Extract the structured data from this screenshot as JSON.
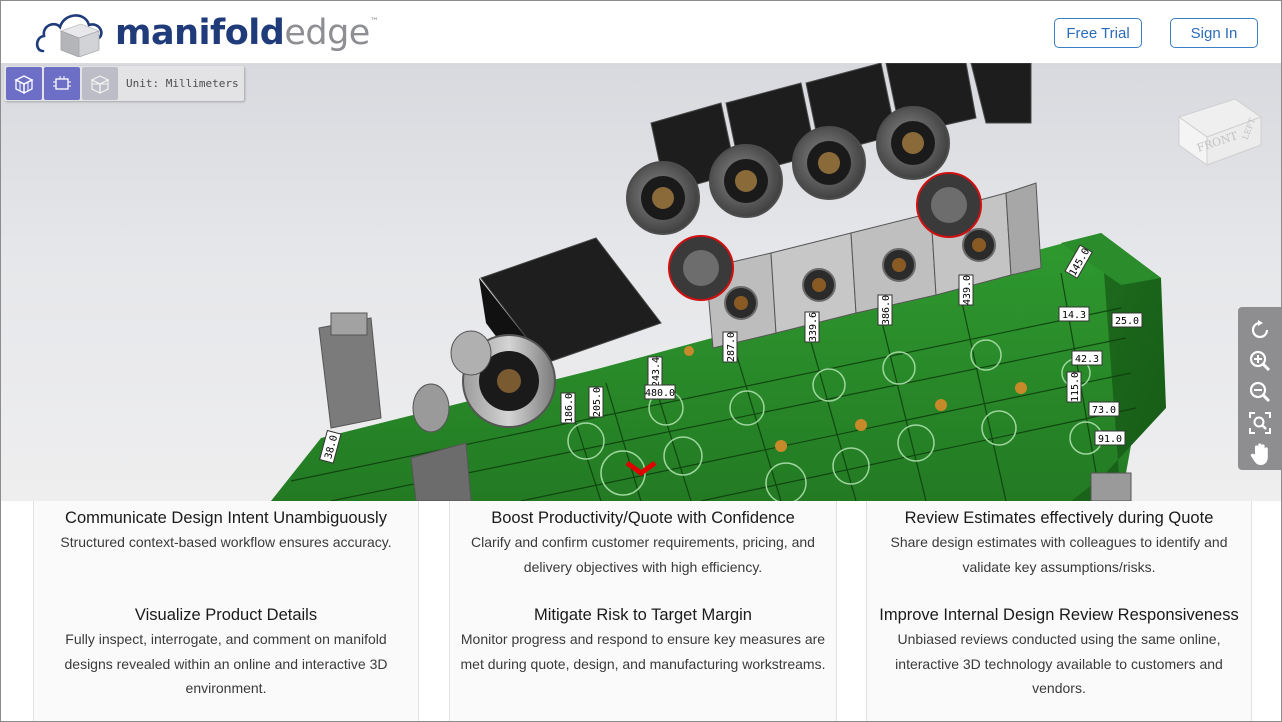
{
  "header": {
    "logo": {
      "part1": "manifold",
      "part2": "edge",
      "tm": "™"
    },
    "free_trial": "Free Trial",
    "sign_in": "Sign In"
  },
  "viewer": {
    "toolbar": {
      "buttons": [
        {
          "icon": "shaded-cube-icon",
          "active": true
        },
        {
          "icon": "outline-view-icon",
          "active": true
        },
        {
          "icon": "wireframe-cube-icon",
          "active": false
        }
      ],
      "unit_label": "Unit: Millimeters"
    },
    "viewcube": {
      "front": "FRONT",
      "right": "LEFT"
    },
    "nav": [
      "rotate-icon",
      "zoom-in-icon",
      "zoom-out-icon",
      "zoom-fit-icon",
      "pan-hand-icon"
    ],
    "dimensions": [
      "186.0",
      "205.0",
      "243.4",
      "480.0",
      "287.0",
      "339.6",
      "386.0",
      "439.0",
      "145.0",
      "14.3",
      "25.0",
      "42.3",
      "115.0",
      "73.0",
      "91.0",
      "38.0"
    ]
  },
  "features": [
    {
      "title": "Communicate Design Intent Unambiguously",
      "text": "Structured context-based workflow ensures accuracy."
    },
    {
      "title": "Boost Productivity/Quote with Confidence",
      "text": "Clarify and confirm customer requirements, pricing, and delivery objectives with high efficiency."
    },
    {
      "title": "Review Estimates effectively during Quote",
      "text": "Share design estimates with colleagues to identify and validate key assumptions/risks."
    },
    {
      "title": "Visualize Product Details",
      "text": "Fully inspect, interrogate, and comment on manifold designs revealed within an online and interactive 3D environment."
    },
    {
      "title": "Mitigate Risk to Target Margin",
      "text": "Monitor progress and respond to ensure key measures are met during quote, design, and manufacturing workstreams."
    },
    {
      "title": "Improve Internal Design Review Responsiveness",
      "text": "Unbiased reviews conducted using the same online, interactive 3D technology available to customers and vendors."
    }
  ],
  "colors": {
    "brand_blue": "#1f3b7a",
    "button_blue": "#2b6cb8",
    "manifold_green": "#2e8b2e",
    "toolbar_active": "#6d6fc6"
  }
}
